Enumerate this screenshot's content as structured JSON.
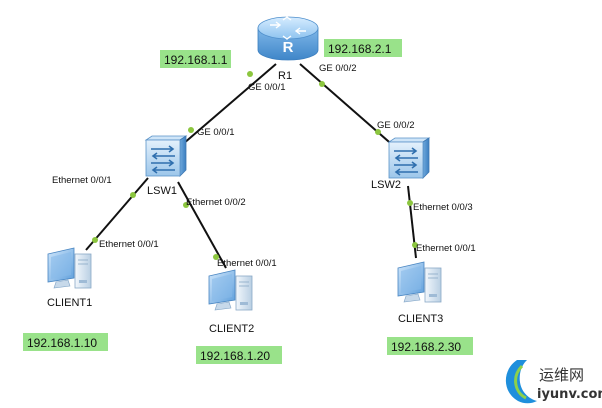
{
  "colors": {
    "ip_box": "#99e28a",
    "link": "#111111",
    "port_dot": "#8cc63f",
    "router_blue": "#7fb7e8",
    "switch_blue": "#9cc6ea",
    "pc_blue": "#6aa6de"
  },
  "nodes": {
    "router": {
      "name": "R1",
      "symbol": "R",
      "icon": "router-icon"
    },
    "lsw1": {
      "name": "LSW1",
      "icon": "switch-icon"
    },
    "lsw2": {
      "name": "LSW2",
      "icon": "switch-icon"
    },
    "client1": {
      "name": "CLIENT1",
      "icon": "pc-icon"
    },
    "client2": {
      "name": "CLIENT2",
      "icon": "pc-icon"
    },
    "client3": {
      "name": "CLIENT3",
      "icon": "pc-icon"
    }
  },
  "ips": {
    "r1_g001": "192.168.1.1",
    "r1_g002": "192.168.2.1",
    "client1": "192.168.1.10",
    "client2": "192.168.1.20",
    "client3": "192.168.2.30"
  },
  "ports": {
    "r1_g001": "GE 0/0/1",
    "r1_g002": "GE 0/0/2",
    "lsw1_g001": "GE 0/0/1",
    "lsw2_g002": "GE 0/0/2",
    "lsw1_e001": "Ethernet 0/0/1",
    "lsw1_e002": "Ethernet 0/0/2",
    "lsw2_e003": "Ethernet 0/0/3",
    "client1_e001": "Ethernet 0/0/1",
    "client2_e001": "Ethernet 0/0/1",
    "client3_e001": "Ethernet 0/0/1"
  },
  "watermark": {
    "brand": "运维网",
    "url": "iyunv.com",
    "icon": "watermark-logo-icon"
  }
}
